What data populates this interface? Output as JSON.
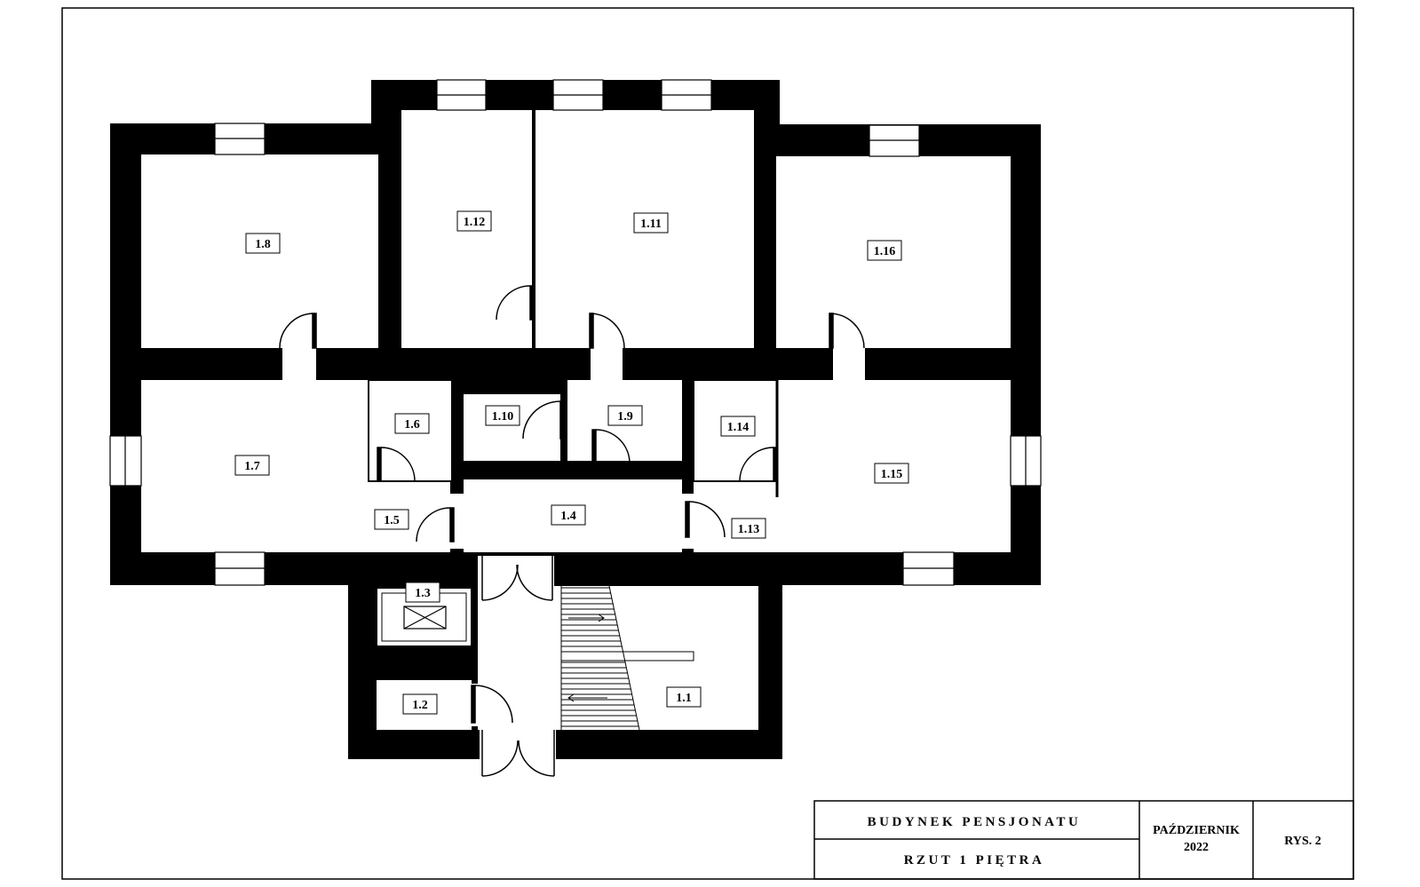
{
  "rooms": [
    {
      "id": "1.1"
    },
    {
      "id": "1.2"
    },
    {
      "id": "1.3"
    },
    {
      "id": "1.4"
    },
    {
      "id": "1.5"
    },
    {
      "id": "1.6"
    },
    {
      "id": "1.7"
    },
    {
      "id": "1.8"
    },
    {
      "id": "1.9"
    },
    {
      "id": "1.10"
    },
    {
      "id": "1.11"
    },
    {
      "id": "1.12"
    },
    {
      "id": "1.13"
    },
    {
      "id": "1.14"
    },
    {
      "id": "1.15"
    },
    {
      "id": "1.16"
    }
  ],
  "title_block": {
    "building": "BUDYNEK PENSJONATU",
    "drawing": "RZUT 1 PIĘTRA",
    "month": "PAŹDZIERNIK",
    "year": "2022",
    "sheet": "RYS. 2"
  },
  "colors": {
    "wall": "#000000",
    "background": "#ffffff",
    "line": "#000000"
  }
}
